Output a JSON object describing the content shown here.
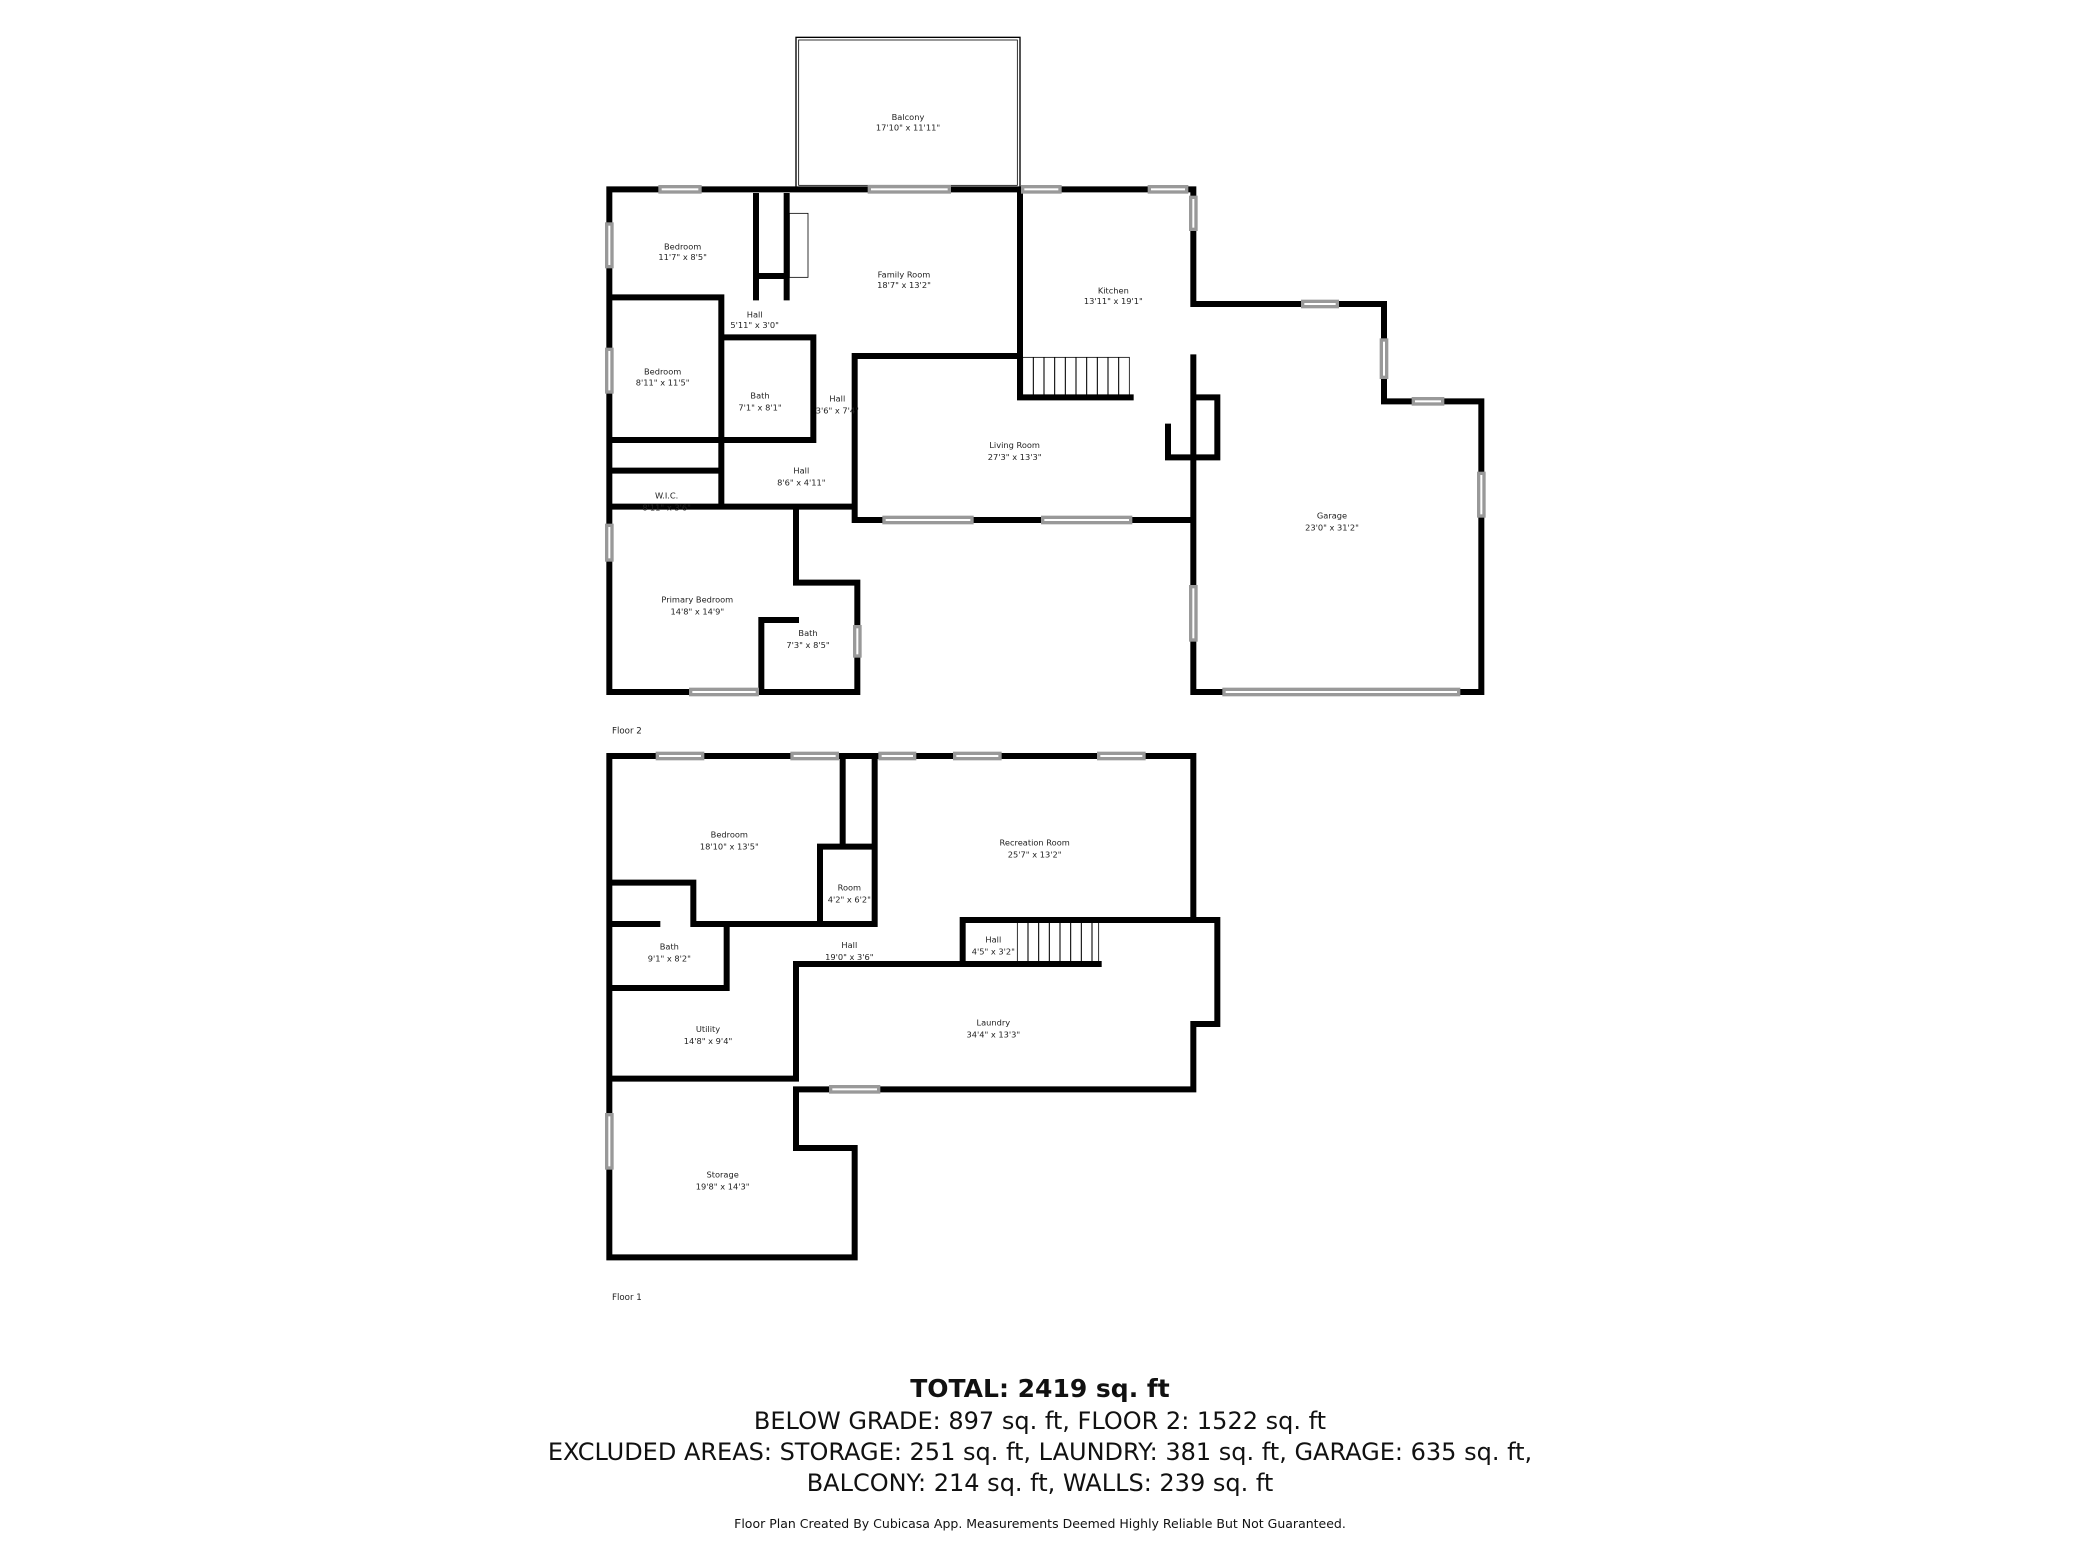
{
  "floors": [
    {
      "label": "Floor 2",
      "rooms": [
        {
          "name": "Balcony",
          "dims": "17'10\" x 11'11\""
        },
        {
          "name": "Bedroom",
          "dims": "11'7\" x 8'5\""
        },
        {
          "name": "Family Room",
          "dims": "18'7\" x 13'2\""
        },
        {
          "name": "Kitchen",
          "dims": "13'11\" x 19'1\""
        },
        {
          "name": "Hall",
          "dims": "5'11\" x 3'0\""
        },
        {
          "name": "Bedroom",
          "dims": "8'11\" x 11'5\""
        },
        {
          "name": "Bath",
          "dims": "7'1\" x 8'1\""
        },
        {
          "name": "Hall",
          "dims": "3'6\" x 7'4\""
        },
        {
          "name": "Living Room",
          "dims": "27'3\" x 13'3\""
        },
        {
          "name": "Hall",
          "dims": "8'6\" x 4'11\""
        },
        {
          "name": "W.I.C.",
          "dims": "8'11\" x 3'6\""
        },
        {
          "name": "Garage",
          "dims": "23'0\" x 31'2\""
        },
        {
          "name": "Primary Bedroom",
          "dims": "14'8\" x 14'9\""
        },
        {
          "name": "Bath",
          "dims": "7'3\" x 8'5\""
        }
      ]
    },
    {
      "label": "Floor 1",
      "rooms": [
        {
          "name": "Bedroom",
          "dims": "18'10\" x 13'5\""
        },
        {
          "name": "Recreation Room",
          "dims": "25'7\" x 13'2\""
        },
        {
          "name": "Room",
          "dims": "4'2\" x 6'2\""
        },
        {
          "name": "Bath",
          "dims": "9'1\" x 8'2\""
        },
        {
          "name": "Hall",
          "dims": "19'0\" x 3'6\""
        },
        {
          "name": "Hall",
          "dims": "4'5\" x 3'2\""
        },
        {
          "name": "Utility",
          "dims": "14'8\" x 9'4\""
        },
        {
          "name": "Laundry",
          "dims": "34'4\" x 13'3\""
        },
        {
          "name": "Storage",
          "dims": "19'8\" x 14'3\""
        }
      ]
    }
  ],
  "summary": {
    "total": "TOTAL: 2419 sq. ft",
    "line1": "BELOW GRADE: 897 sq. ft, FLOOR 2: 1522 sq. ft",
    "line2": "EXCLUDED AREAS: STORAGE: 251 sq. ft, LAUNDRY: 381 sq. ft, GARAGE: 635 sq. ft,",
    "line3": "BALCONY: 214 sq. ft, WALLS: 239 sq. ft",
    "credit": "Floor Plan Created By Cubicasa App. Measurements Deemed Highly Reliable But Not Guaranteed."
  }
}
